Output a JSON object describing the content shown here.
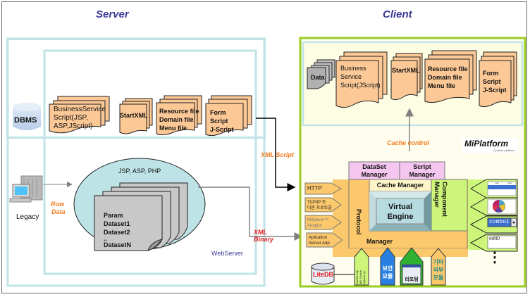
{
  "sections": {
    "server_title": "Server",
    "client_title": "Client"
  },
  "server": {
    "dbms_label": "DBMS",
    "legacy_label": "Legacy",
    "row_data_label": [
      "Row",
      "Data"
    ],
    "webserver_label": "WebServer",
    "docs": [
      {
        "lines": [
          "BusinessService",
          "Script(JSP,",
          "ASP,JScript)"
        ]
      },
      {
        "lines": [
          "StartXML"
        ]
      },
      {
        "lines": [
          "Resource file",
          "Domain file",
          "Menu file"
        ]
      },
      {
        "lines": [
          "Form",
          "Script",
          "J-Script"
        ]
      }
    ],
    "ellipse_title": "JSP, ASP, PHP",
    "dataset_lines": [
      "Param",
      "Dataset1",
      "Dataset2",
      "..",
      "DatasetN"
    ]
  },
  "connectors": {
    "xml_script_label": "XML Script",
    "xml_binary_label": [
      "XML",
      "Binary"
    ],
    "cache_control_label": "Cache control"
  },
  "client": {
    "brand": "MiPlatform",
    "brand_sub": "Cyclone platform",
    "data_label": "Data",
    "docs": [
      {
        "lines": [
          "Business",
          "Service",
          "Script(JScript)"
        ]
      },
      {
        "lines": [
          "StartXML"
        ]
      },
      {
        "lines": [
          "Resource file",
          "Domain file",
          "Menu file"
        ]
      },
      {
        "lines": [
          "Form",
          "Script",
          "J-Script"
        ]
      }
    ],
    "dataset_manager": [
      "DataSet",
      "Manager"
    ],
    "script_manager": [
      "Script",
      "Manager"
    ],
    "cache_manager": "Cache Manager",
    "virtual_engine": [
      "Virtual",
      "Engine"
    ],
    "component_manager": "Component Manager",
    "protocol_label": "Protocol",
    "manager_label": "Manager",
    "protocols": [
      [
        "HTTP"
      ],
      [
        "TCP/IP 등",
        "다른 프로토콜"
      ],
      [
        "MiServer™",
        "Adaptor"
      ],
      [
        "Aplication",
        "Server Adp"
      ]
    ],
    "components": {
      "grid_headers": [
        "col1",
        "col2"
      ],
      "grid_rows": [
        [
          "grid1",
          "grid2"
        ],
        [
          "grid1",
          "grid2"
        ]
      ],
      "combo_value": "combo1",
      "edit_value": "edit0",
      "more": "⋮"
    },
    "bottom_modules": {
      "litedb": "LiteDB",
      "adaptor": [
        "LiteDB Adp",
        "MS, Oracle",
        "Sybase 등"
      ],
      "security": [
        "보안",
        "모듈"
      ],
      "report": "리포팅",
      "external": [
        "기타",
        "외부",
        "모듈"
      ]
    }
  },
  "colors": {
    "title_blue": "#3a3a96",
    "doc_fill": "#fbc896",
    "client_border": "#99cc22",
    "light_blue_border": "#bfe3e6",
    "orange_label": "#f07a20",
    "red_label": "#e02020",
    "manager_orange": "#fcc86c",
    "pink": "#f4c6f0",
    "green_light": "#ccf57a"
  }
}
